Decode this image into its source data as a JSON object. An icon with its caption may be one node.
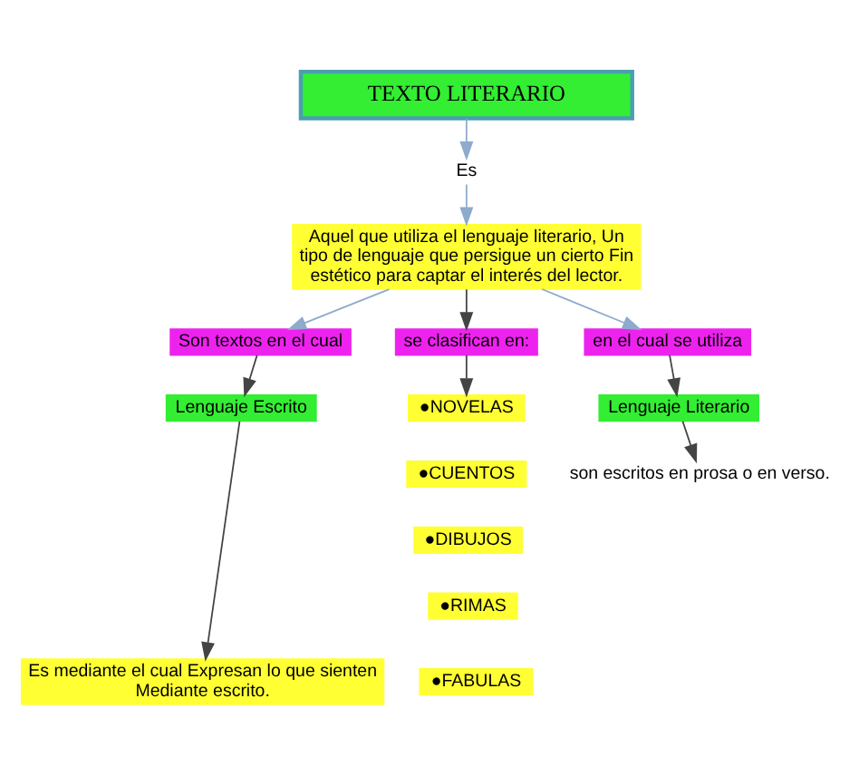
{
  "diagram": {
    "nodes": [
      {
        "text": [
          "TEXTO LITERARIO"
        ]
      },
      {
        "text": [
          "Es"
        ]
      },
      {
        "text": [
          "Aquel que utiliza el lenguaje literario, Un tipo de lenguaje que persigue un cierto Fin estético para captar el interés del lector."
        ]
      },
      {
        "text": [
          "Son textos en el cual"
        ]
      },
      {
        "text": [
          "se clasifican en:"
        ]
      },
      {
        "text": [
          "en el cual se utiliza"
        ]
      },
      {
        "text": [
          "Lenguaje Escrito"
        ]
      },
      {
        "text": [
          "●NOVELAS"
        ]
      },
      {
        "text": [
          "●CUENTOS"
        ]
      },
      {
        "text": [
          "●DIBUJOS"
        ]
      },
      {
        "text": [
          "●RIMAS"
        ]
      },
      {
        "text": [
          "●FABULAS"
        ]
      },
      {
        "text": [
          "Lenguaje Literario"
        ]
      },
      {
        "text": [
          "son escritos en prosa o en verso."
        ]
      },
      {
        "text": [
          "Es mediante el cual Expresan lo que sienten Mediante escrito."
        ]
      }
    ],
    "edges": [
      {
        "from": 0,
        "to": 1,
        "arrow": "to",
        "color": "#8eaacc"
      },
      {
        "from": 1,
        "to": 2,
        "arrow": "to",
        "color": "#8eaacc"
      },
      {
        "from": 2,
        "to": 3,
        "arrow": "to",
        "color": "#8eaacc"
      },
      {
        "from": 2,
        "to": 4,
        "arrow": "to"
      },
      {
        "from": 2,
        "to": 5,
        "arrow": "to",
        "color": "#8eaacc"
      },
      {
        "from": 3,
        "to": 6,
        "arrow": "to"
      },
      {
        "from": 4,
        "to": 7,
        "arrow": "to"
      },
      {
        "from": 5,
        "to": 12,
        "arrow": "to"
      },
      {
        "from": 12,
        "to": 13,
        "arrow": "to"
      },
      {
        "from": 6,
        "to": 14,
        "arrow": "to"
      }
    ]
  }
}
